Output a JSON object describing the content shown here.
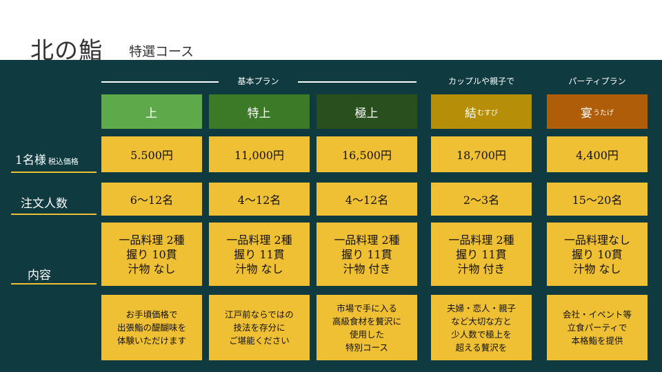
{
  "title": "北の鮨",
  "subtitle": "特選コース",
  "groups": {
    "basic": "基本プラン",
    "couple": "カップルや親子で",
    "party": "パーティプラン"
  },
  "row_labels": {
    "price": "1名様",
    "price_note": "税込価格",
    "count": "注文人数",
    "content": "内容"
  },
  "plans": [
    {
      "name": "上",
      "name_sub": "",
      "color": "#5ea94a",
      "price": "5.500円",
      "count": "6〜12名",
      "content": [
        "一品料理 2種",
        "握り 10貫",
        "汁物 なし"
      ],
      "note": [
        "お手頃価格で",
        "出張鮨の醍醐味を",
        "体験いただけます"
      ]
    },
    {
      "name": "特上",
      "name_sub": "",
      "color": "#3d7a28",
      "price": "11,000円",
      "count": "4〜12名",
      "content": [
        "一品料理 2種",
        "握り 11貫",
        "汁物 なし"
      ],
      "note": [
        "江戸前ならではの",
        "技法を存分に",
        "ご堪能ください"
      ]
    },
    {
      "name": "極上",
      "name_sub": "",
      "color": "#2a4f1f",
      "price": "16,500円",
      "count": "4〜12名",
      "content": [
        "一品料理 2種",
        "握り 11貫",
        "汁物 付き"
      ],
      "note": [
        "市場で手に入る",
        "高級食材を贅沢に",
        "使用した",
        "特別コース"
      ]
    },
    {
      "name": "結",
      "name_sub": "むすび",
      "color": "#b68e08",
      "price": "18,700円",
      "count": "2〜3名",
      "content": [
        "一品料理 2種",
        "握り 11貫",
        "汁物 付き"
      ],
      "note": [
        "夫婦・恋人・親子",
        "など大切な方と",
        "少人数で極上を",
        "超える贅沢を"
      ]
    },
    {
      "name": "宴",
      "name_sub": "うたげ",
      "color": "#b05d09",
      "price": "4,400円",
      "count": "15〜20名",
      "content": [
        "一品料理なし",
        "握り 10貫",
        "汁物 なし"
      ],
      "note": [
        "会社・イベント等",
        "立食パーティで",
        "本格鮨を提供"
      ]
    }
  ]
}
